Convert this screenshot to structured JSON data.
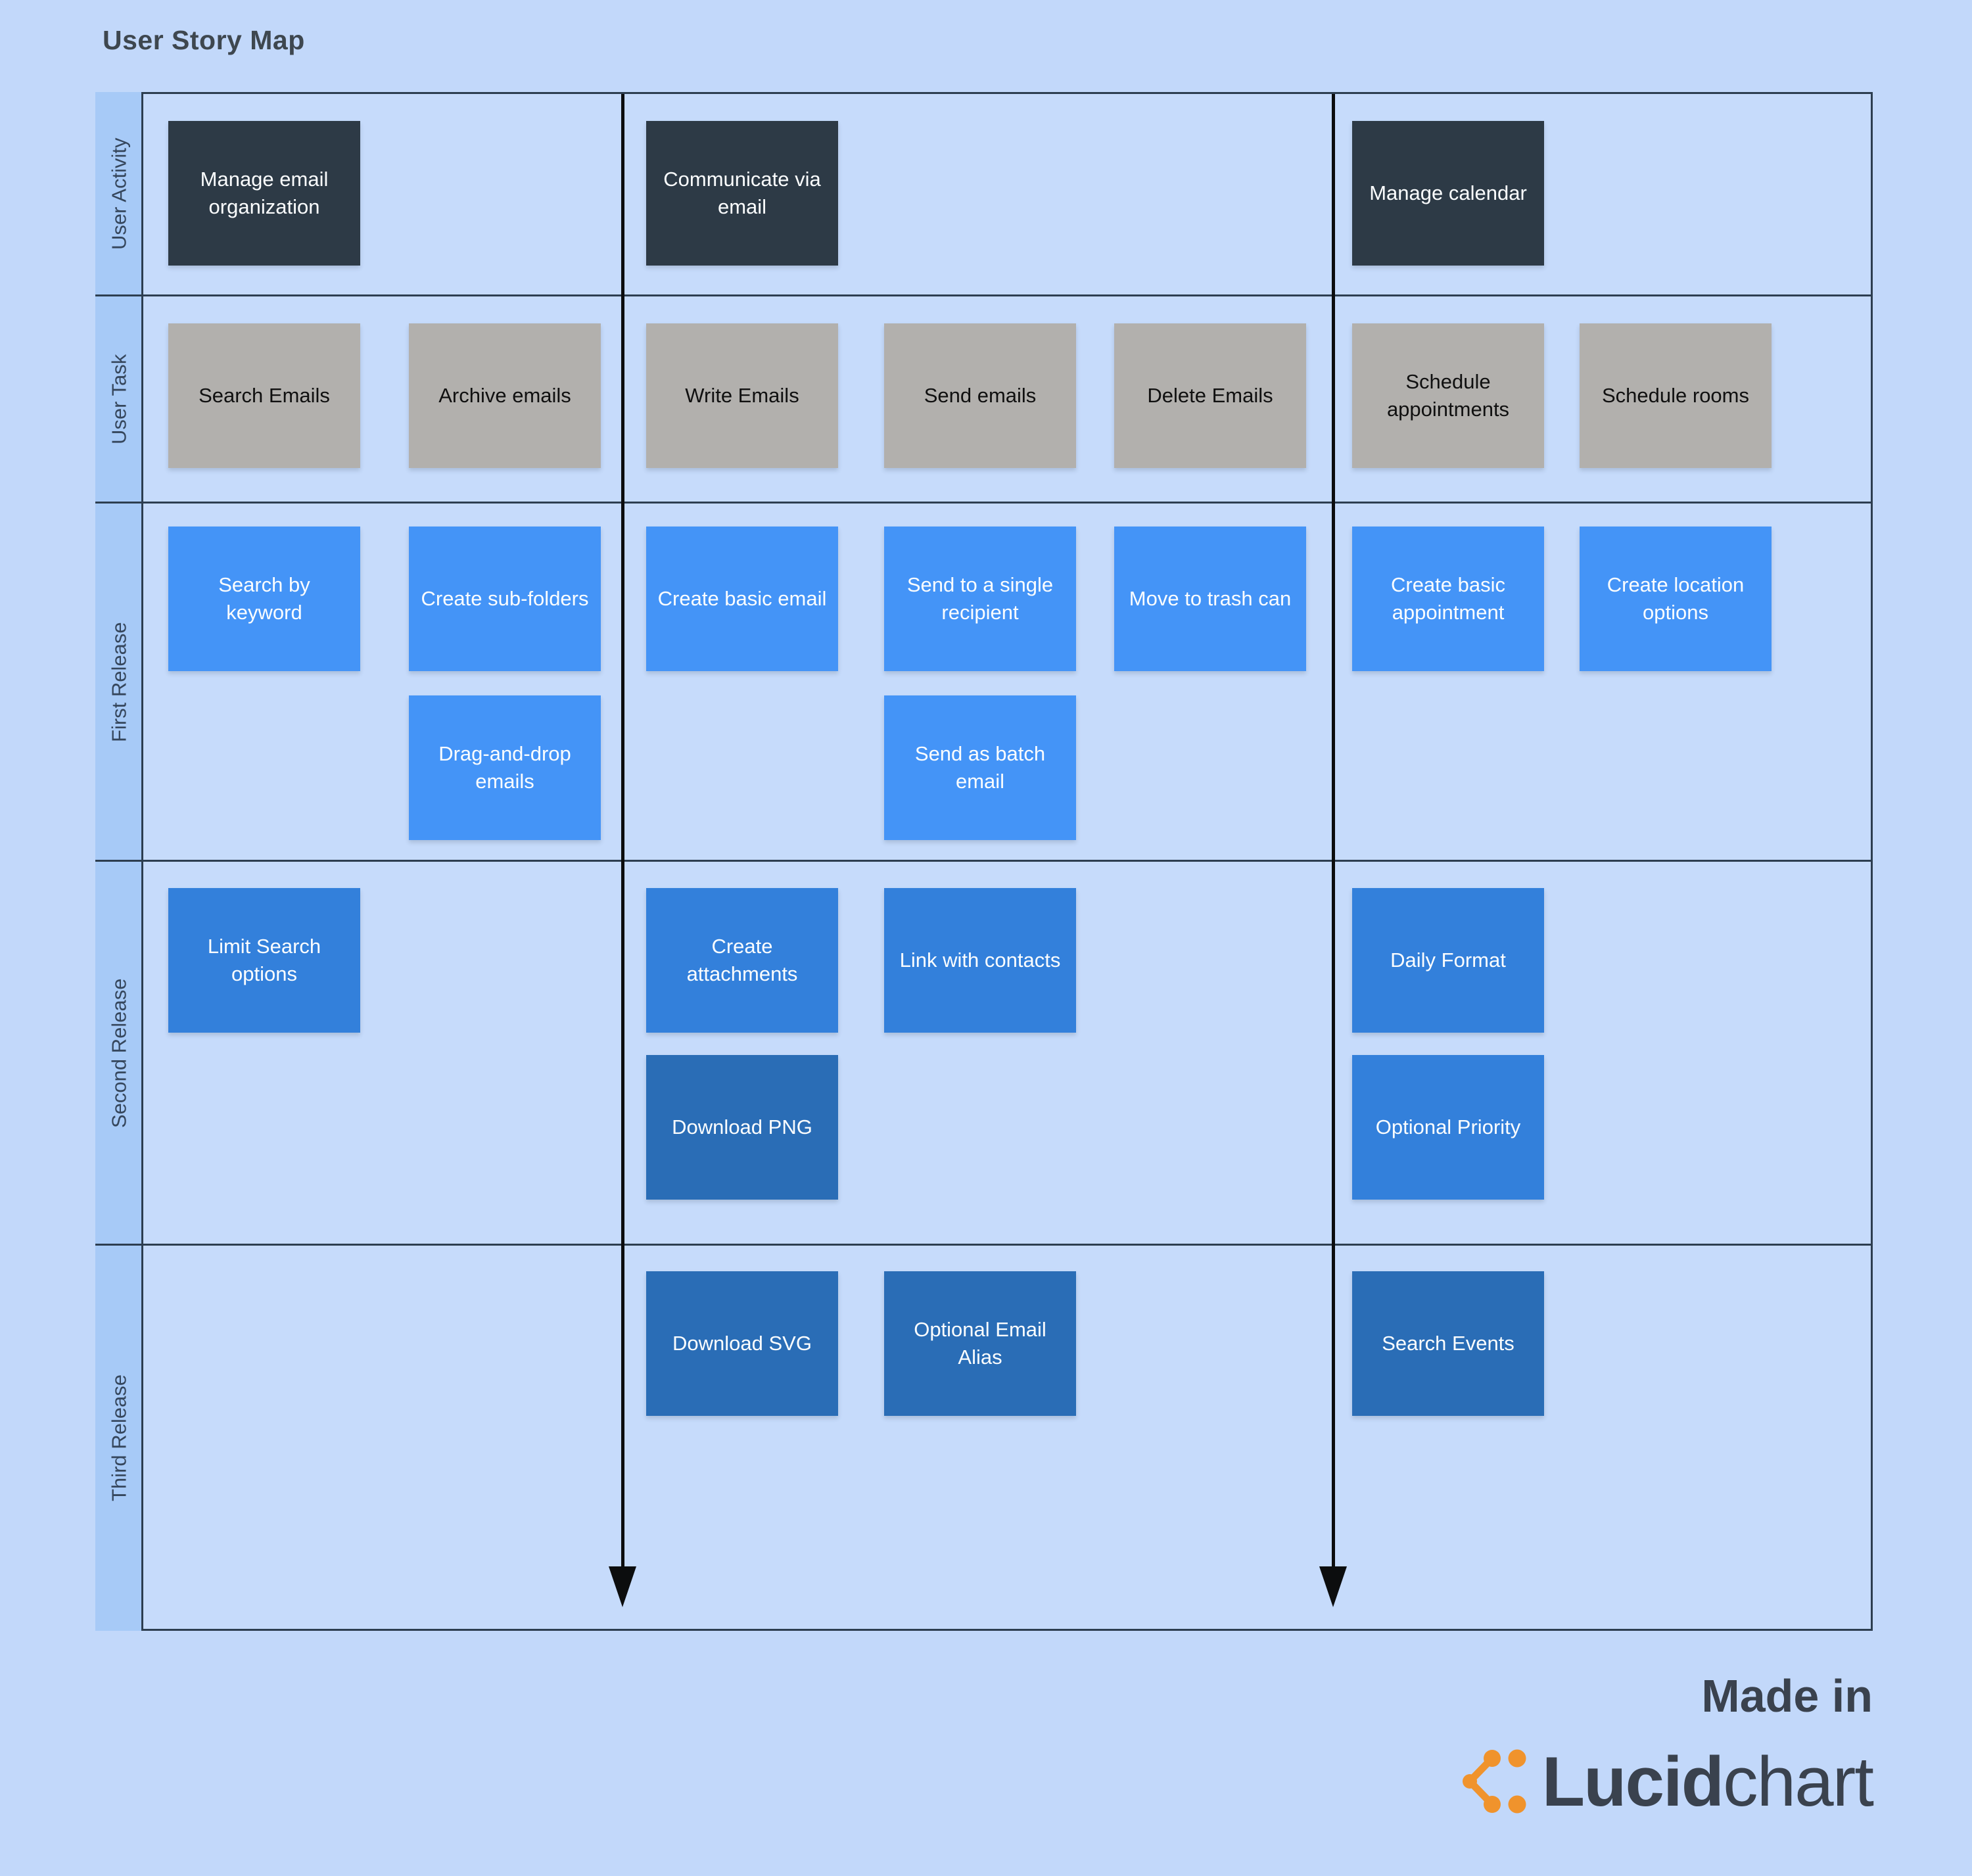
{
  "title": "User Story Map",
  "rows": [
    {
      "label": "User Activity"
    },
    {
      "label": "User Task"
    },
    {
      "label": "First Release"
    },
    {
      "label": "Second Release"
    },
    {
      "label": "Third Release"
    }
  ],
  "colors": {
    "dark": "#2d3a46",
    "gray": "#b2b0ad",
    "bright": "#4494f7",
    "medium": "#3380db",
    "deep": "#2a6db6",
    "accent_orange": "#f0932c",
    "grid_line": "#2d3e50",
    "background": "#c2d8fa",
    "label_column": "#a7caf7"
  },
  "cards": [
    {
      "label": "Manage email organization",
      "color": "dark",
      "col": 1,
      "band": "activity"
    },
    {
      "label": "Communicate via email",
      "color": "dark",
      "col": 3,
      "band": "activity"
    },
    {
      "label": "Manage calendar",
      "color": "dark",
      "col": 6,
      "band": "activity"
    },
    {
      "label": "Search Emails",
      "color": "gray",
      "col": 1,
      "band": "task"
    },
    {
      "label": "Archive emails",
      "color": "gray",
      "col": 2,
      "band": "task"
    },
    {
      "label": "Write Emails",
      "color": "gray",
      "col": 3,
      "band": "task"
    },
    {
      "label": "Send emails",
      "color": "gray",
      "col": 4,
      "band": "task"
    },
    {
      "label": "Delete Emails",
      "color": "gray",
      "col": 5,
      "band": "task"
    },
    {
      "label": "Schedule appointments",
      "color": "gray",
      "col": 6,
      "band": "task"
    },
    {
      "label": "Schedule rooms",
      "color": "gray",
      "col": 7,
      "band": "task"
    },
    {
      "label": "Search by keyword",
      "color": "bright",
      "col": 1,
      "band": "first1"
    },
    {
      "label": "Create sub-folders",
      "color": "bright",
      "col": 2,
      "band": "first1"
    },
    {
      "label": "Create basic email",
      "color": "bright",
      "col": 3,
      "band": "first1"
    },
    {
      "label": "Send to a single recipient",
      "color": "bright",
      "col": 4,
      "band": "first1"
    },
    {
      "label": "Move to trash can",
      "color": "bright",
      "col": 5,
      "band": "first1"
    },
    {
      "label": "Create basic appointment",
      "color": "bright",
      "col": 6,
      "band": "first1"
    },
    {
      "label": "Create location options",
      "color": "bright",
      "col": 7,
      "band": "first1"
    },
    {
      "label": "Drag-and-drop emails",
      "color": "bright",
      "col": 2,
      "band": "first2"
    },
    {
      "label": "Send as batch email",
      "color": "bright",
      "col": 4,
      "band": "first2"
    },
    {
      "label": "Limit Search options",
      "color": "medium",
      "col": 1,
      "band": "second1"
    },
    {
      "label": "Create attachments",
      "color": "medium",
      "col": 3,
      "band": "second1"
    },
    {
      "label": "Link with contacts",
      "color": "medium",
      "col": 4,
      "band": "second1"
    },
    {
      "label": "Daily Format",
      "color": "medium",
      "col": 6,
      "band": "second1"
    },
    {
      "label": "Download PNG",
      "color": "deep",
      "col": 3,
      "band": "second2"
    },
    {
      "label": "Optional Priority",
      "color": "medium",
      "col": 6,
      "band": "second2"
    },
    {
      "label": "Download SVG",
      "color": "deep",
      "col": 3,
      "band": "third"
    },
    {
      "label": "Optional Email Alias",
      "color": "deep",
      "col": 4,
      "band": "third"
    },
    {
      "label": "Search Events",
      "color": "deep",
      "col": 6,
      "band": "third"
    }
  ],
  "footer": {
    "made_in": "Made in",
    "logo_bold": "Lucid",
    "logo_regular": "chart"
  }
}
